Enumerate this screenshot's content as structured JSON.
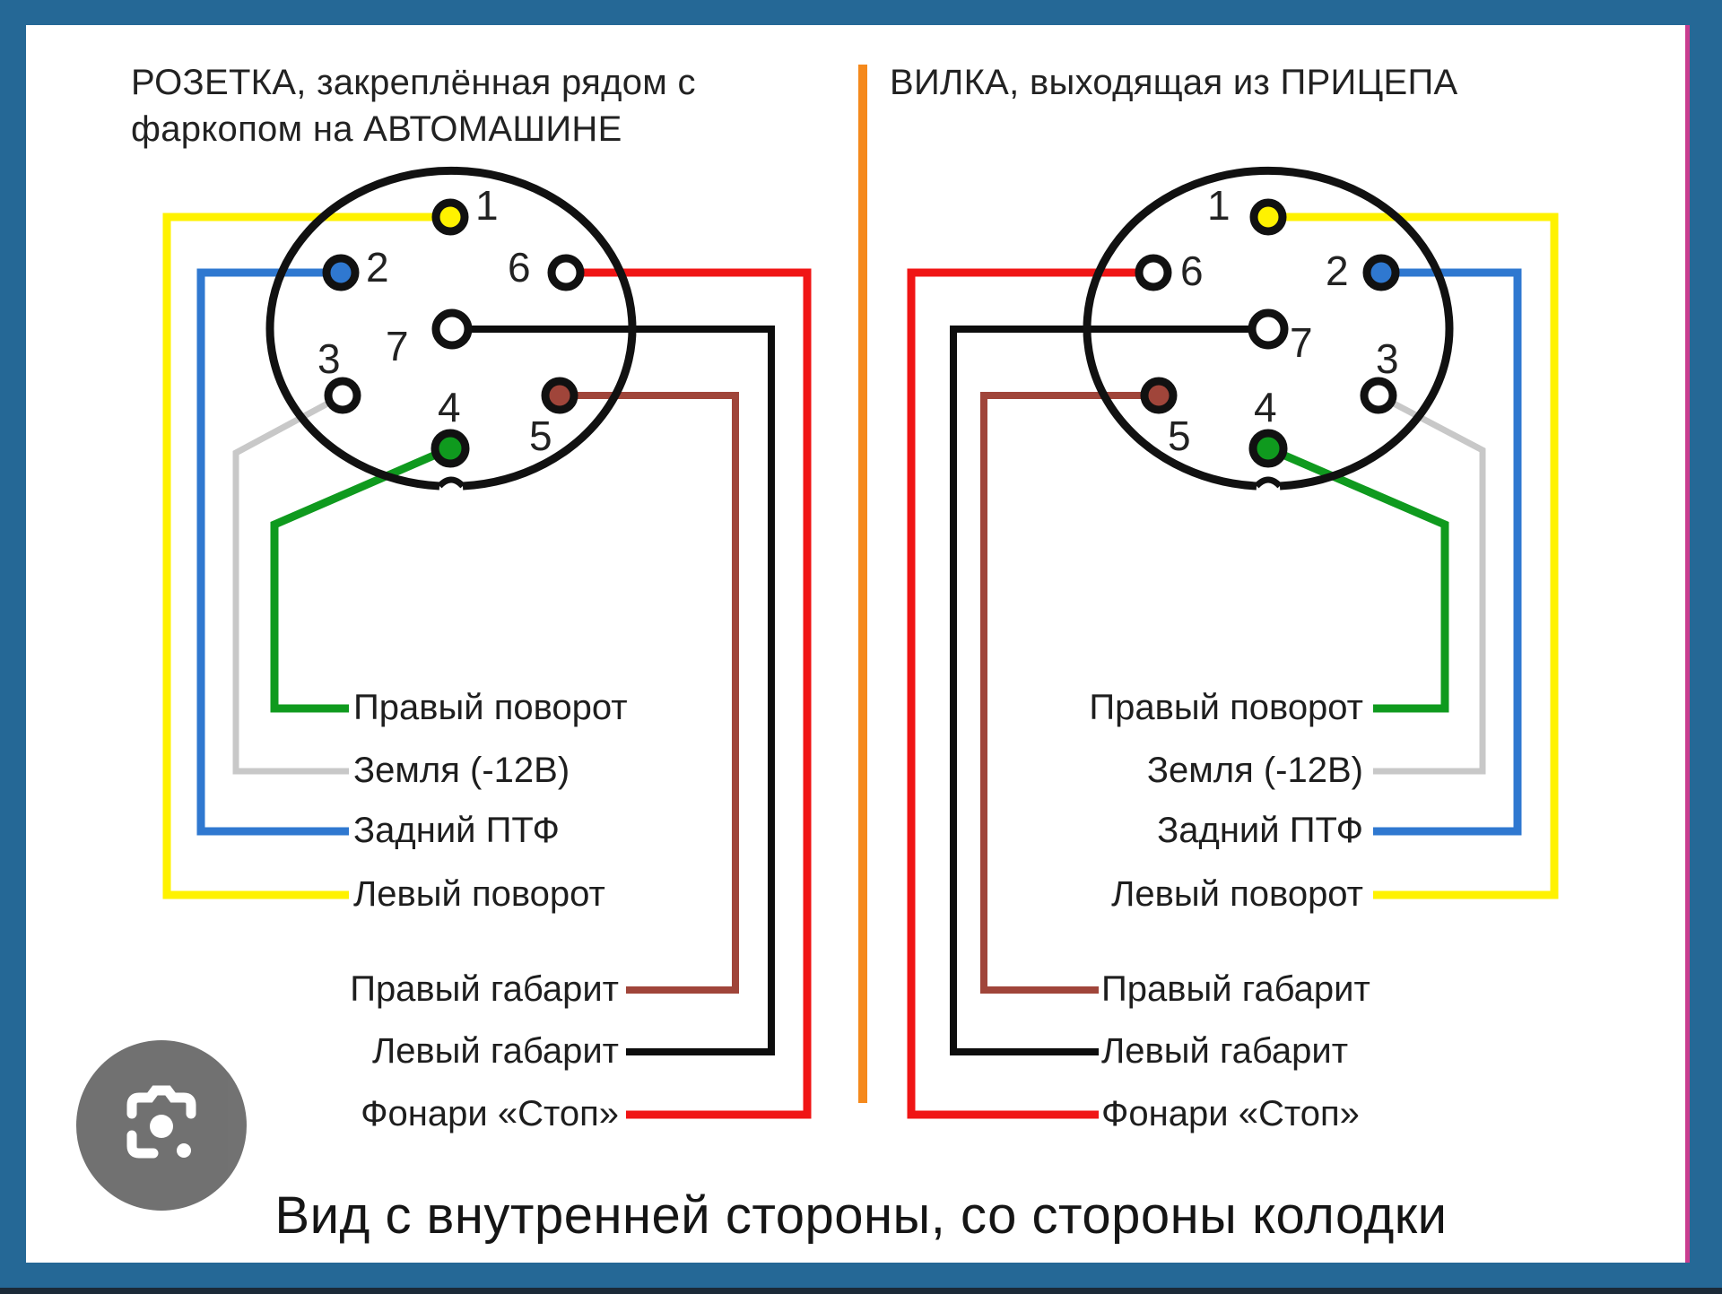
{
  "left": {
    "title_line1": "РОЗЕТКА, закреплённая рядом с",
    "title_line2": "фаркопом на АВТОМАШИНЕ",
    "labels": {
      "pin4": "Правый поворот",
      "pin3": "Земля (-12В)",
      "pin2": "Задний ПТФ",
      "pin1": "Левый поворот",
      "pin5": "Правый габарит",
      "pin7": "Левый габарит",
      "pin6": "Фонари «Стоп»"
    }
  },
  "right": {
    "title_line1": "ВИЛКА, выходящая из ПРИЦЕПА",
    "labels": {
      "pin4": "Правый поворот",
      "pin3": "Земля (-12В)",
      "pin2": "Задний ПТФ",
      "pin1": "Левый поворот",
      "pin5": "Правый габарит",
      "pin7": "Левый габарит",
      "pin6": "Фонари «Стоп»"
    }
  },
  "pins": {
    "p1": "1",
    "p2": "2",
    "p3": "3",
    "p4": "4",
    "p5": "5",
    "p6": "6",
    "p7": "7"
  },
  "wire_colors": {
    "pin1": "#fff200",
    "pin2": "#2f78d0",
    "pin3": "#c8c8c8",
    "pin4": "#0f9a1e",
    "pin5": "#a0453a",
    "pin6": "#f01515",
    "pin7": "#0d0d0d"
  },
  "divider_color": "#f5891c",
  "caption": "Вид с внутренней стороны, со стороны колодки",
  "overlay": {
    "lens_button": "lens-icon"
  }
}
